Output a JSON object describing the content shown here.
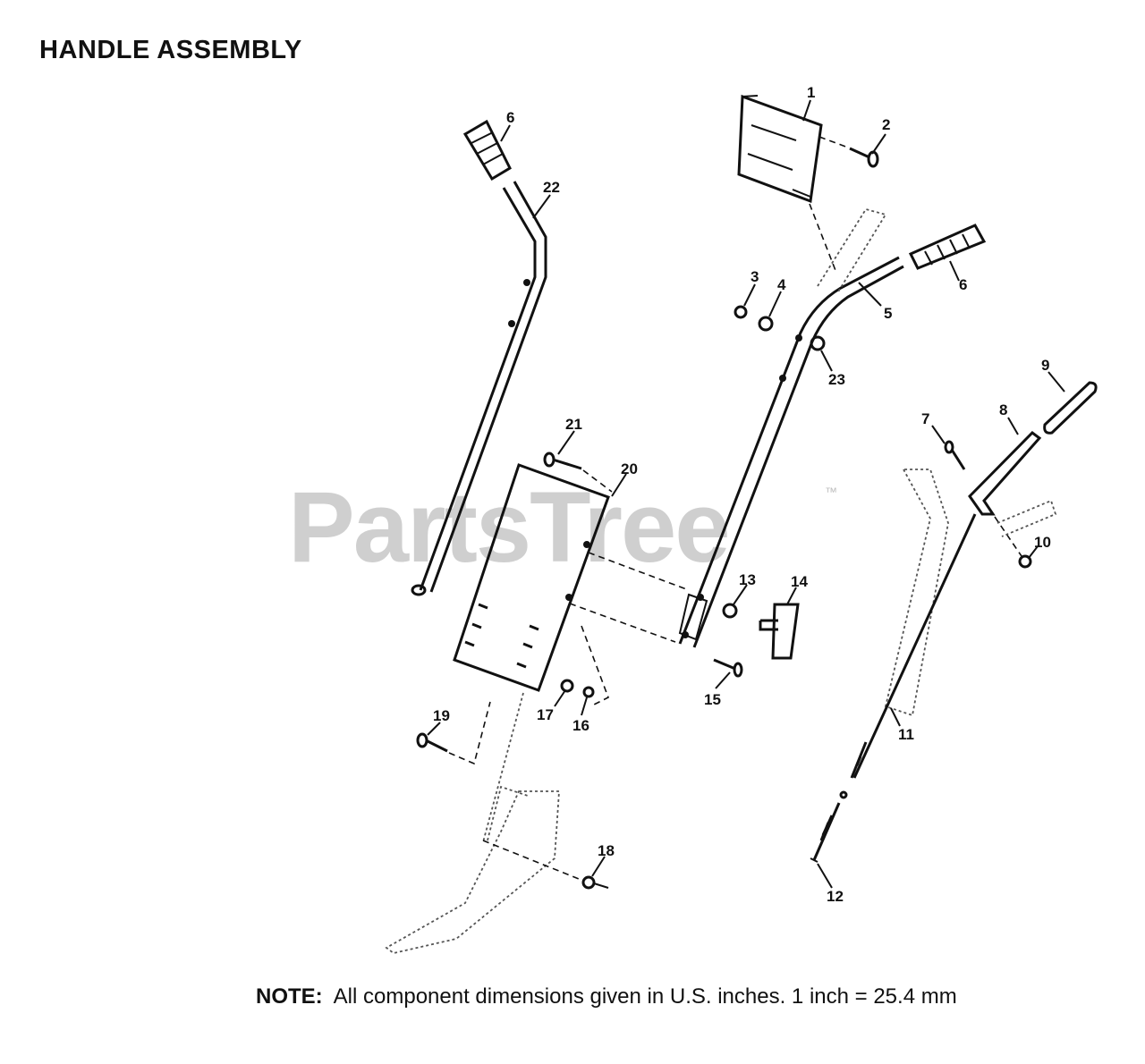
{
  "title": "HANDLE ASSEMBLY",
  "watermark": "PartsTree",
  "watermark_mark": "™",
  "note": {
    "label": "NOTE:",
    "text": "All component dimensions given in U.S. inches.  1 inch = 25.4 mm"
  },
  "callouts": {
    "c1": "1",
    "c2": "2",
    "c3": "3",
    "c4": "4",
    "c5": "5",
    "c6a": "6",
    "c6b": "6",
    "c7": "7",
    "c8": "8",
    "c9": "9",
    "c10": "10",
    "c11": "11",
    "c12": "12",
    "c13": "13",
    "c14": "14",
    "c15": "15",
    "c16": "16",
    "c17": "17",
    "c18": "18",
    "c19": "19",
    "c20": "20",
    "c21": "21",
    "c22": "22",
    "c23": "23"
  }
}
